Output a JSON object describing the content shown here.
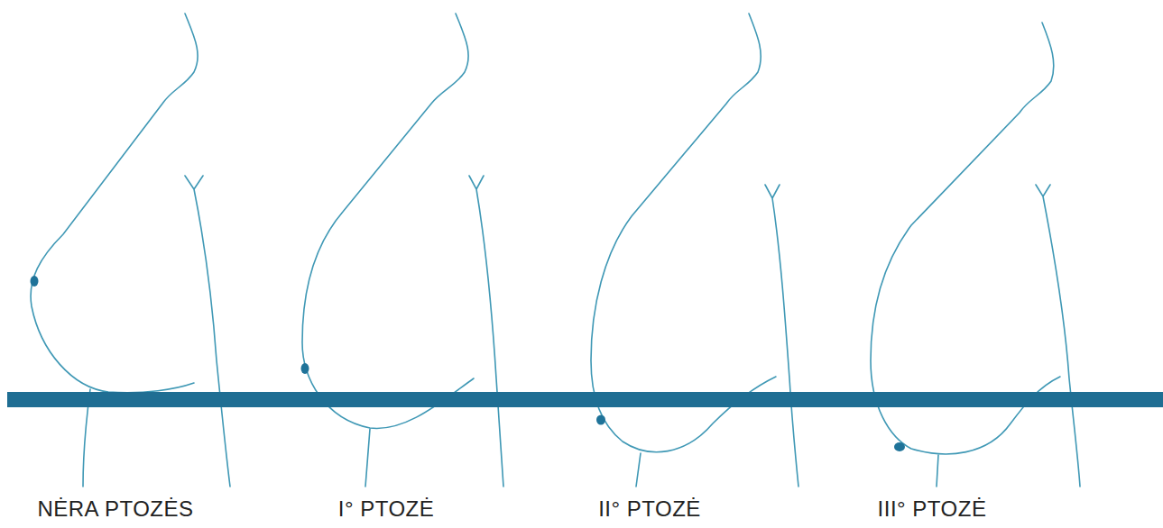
{
  "diagram": {
    "labels": [
      "NĖRA PTOZĖS",
      "I° PTOZĖ",
      "II° PTOZĖ",
      "III° PTOZĖ"
    ]
  }
}
